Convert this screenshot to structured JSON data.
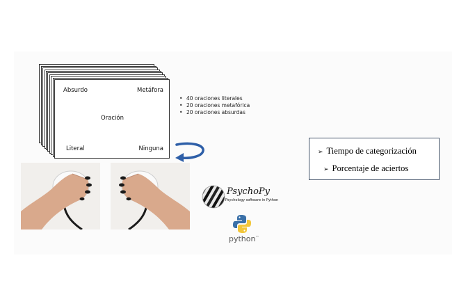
{
  "card": {
    "top_left": "Absurdo",
    "top_right": "Metáfora",
    "center": "Oración",
    "bottom_left": "Literal",
    "bottom_right": "Ninguna"
  },
  "sentence_counts": [
    "40 oraciones literales",
    "20 oraciones metafórica",
    "20 oraciones absurdas"
  ],
  "logos": {
    "psychopy_name": "PsychoPy",
    "psychopy_tagline": "Psychology software in Python",
    "python_word": "python",
    "python_tm": "™"
  },
  "measures": {
    "marker": "➢",
    "items": [
      "Tiempo de categorización",
      "Porcentaje de aciertos"
    ]
  },
  "colors": {
    "arrow": "#2e5fa8",
    "box_border": "#44546a",
    "python_blue": "#3a70a8",
    "python_yellow": "#f2c63a"
  }
}
